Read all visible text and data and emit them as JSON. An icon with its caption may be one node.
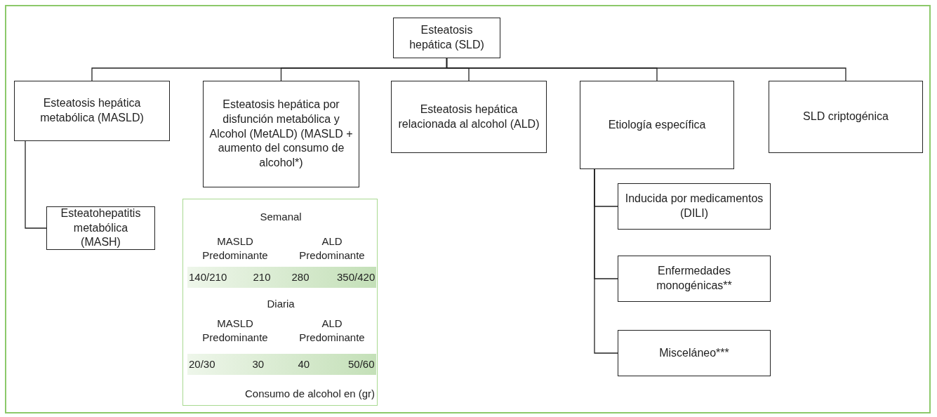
{
  "diagram": {
    "nodes": [
      {
        "text": [
          "Esteatosis hepática (SLD)"
        ]
      },
      {
        "text": [
          "Esteatosis hepática metabólica (MASLD)"
        ]
      },
      {
        "text": [
          "Esteatosis hepática por disfunción metabólica y Alcohol (MetALD) (MASLD + aumento del consumo de alcohol*)"
        ]
      },
      {
        "text": [
          "Esteatosis hepática relacionada al alcohol (ALD)"
        ]
      },
      {
        "text": [
          "Etiología específica"
        ]
      },
      {
        "text": [
          "SLD criptogénica"
        ]
      },
      {
        "text": [
          "Esteatohepatitis metabólica (MASH)"
        ]
      },
      {
        "text": [
          "Semanal",
          "MASLD Predominante",
          "ALD Predominante",
          "140/210",
          "210",
          "280",
          "350/420",
          "Diaria",
          "MASLD Predominante",
          "ALD Predominante",
          "20/30",
          "30",
          "40",
          "50/60",
          "Consumo de alcohol en (gr)"
        ]
      },
      {
        "text": [
          "Inducida por medicamentos (DILI)"
        ]
      },
      {
        "text": [
          "Enfermedades monogénicas**"
        ]
      },
      {
        "text": [
          "Misceláneo***"
        ]
      }
    ],
    "edges": [
      {
        "from": 0,
        "to": 1,
        "arrow": "none"
      },
      {
        "from": 0,
        "to": 2,
        "arrow": "none"
      },
      {
        "from": 0,
        "to": 3,
        "arrow": "none"
      },
      {
        "from": 0,
        "to": 4,
        "arrow": "none"
      },
      {
        "from": 0,
        "to": 5,
        "arrow": "none"
      },
      {
        "from": 1,
        "to": 6,
        "arrow": "none"
      },
      {
        "from": 4,
        "to": 8,
        "arrow": "none"
      },
      {
        "from": 4,
        "to": 9,
        "arrow": "none"
      },
      {
        "from": 4,
        "to": 10,
        "arrow": "none"
      }
    ]
  }
}
